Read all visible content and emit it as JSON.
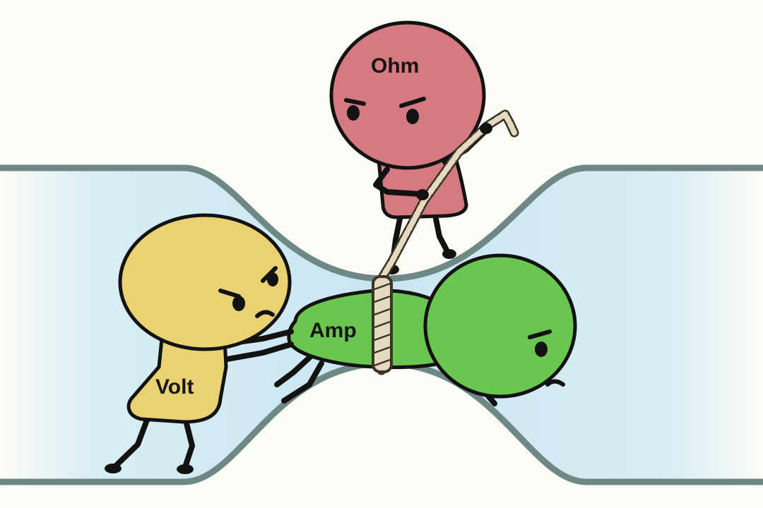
{
  "characters": {
    "ohm": {
      "label": "Ohm",
      "color": "#d67a82"
    },
    "volt": {
      "label": "Volt",
      "color": "#ead273"
    },
    "amp": {
      "label": "Amp",
      "color": "#6ac650"
    }
  },
  "colors": {
    "background": "#fcfcf6",
    "conductor_edge": "#6e8886",
    "conductor_fill": "#d8ecf3",
    "rope": "#e5dac0"
  }
}
